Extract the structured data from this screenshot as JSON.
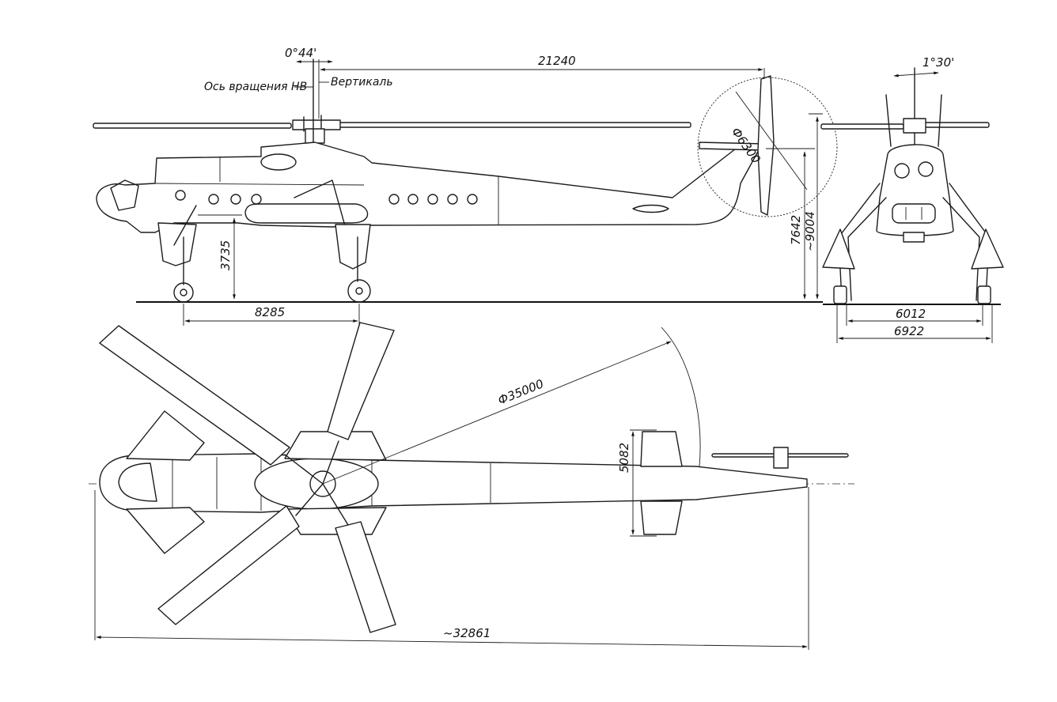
{
  "labels": {
    "rotor_axis": "Ось вращения НВ",
    "vertical": "Вертикаль"
  },
  "dimensions": {
    "rotor_tilt_side": "0°44'",
    "rotor_tilt_front": "1°30'",
    "rotor_to_tail_distance": "21240",
    "tail_rotor_diameter": "Ф6300",
    "hub_height": "7642",
    "overall_height": "~9004",
    "landing_gear_height": "3735",
    "wheelbase": "8285",
    "track_inner": "6012",
    "track_outer": "6922",
    "main_rotor_diameter": "Ф35000",
    "stabilizer_span": "5082",
    "overall_length": "~32861"
  },
  "colors": {
    "ink": "#1c1c1c",
    "paper": "#ffffff"
  }
}
